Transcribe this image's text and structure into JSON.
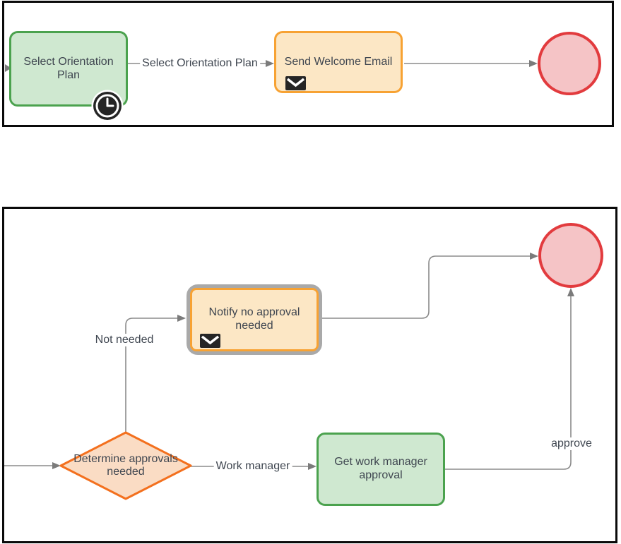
{
  "colors": {
    "panel-border": "#0a0a0a",
    "task-green-border": "#4ba24e",
    "task-green-fill": "#cfe8d0",
    "task-orange-border": "#f7a233",
    "task-orange-fill": "#fce7c5",
    "end-border": "#e23b3e",
    "end-fill": "#f5c4c6",
    "gateway-border": "#f3701e",
    "gateway-fill": "#fadcc4",
    "selection-halo": "#a9a9a9",
    "flow-line": "#8b8b8b",
    "arrowhead": "#7b7b7b",
    "text": "#3f4650",
    "icon-dark": "#252525"
  },
  "icons": {
    "timer": "clock-icon",
    "message": "envelope-icon"
  },
  "diagram_top": {
    "select_task_label": "Select Orientation Plan",
    "flow_label": "Select Orientation Plan",
    "send_task_label": "Send Welcome Email"
  },
  "diagram_bottom": {
    "notify_task_label": "Notify no approval needed",
    "not_needed_flow_label": "Not needed",
    "gateway_label": "Determine approvals needed",
    "work_manager_flow_label": "Work manager",
    "approval_task_label": "Get work manager approval",
    "approve_flow_label": "approve"
  }
}
